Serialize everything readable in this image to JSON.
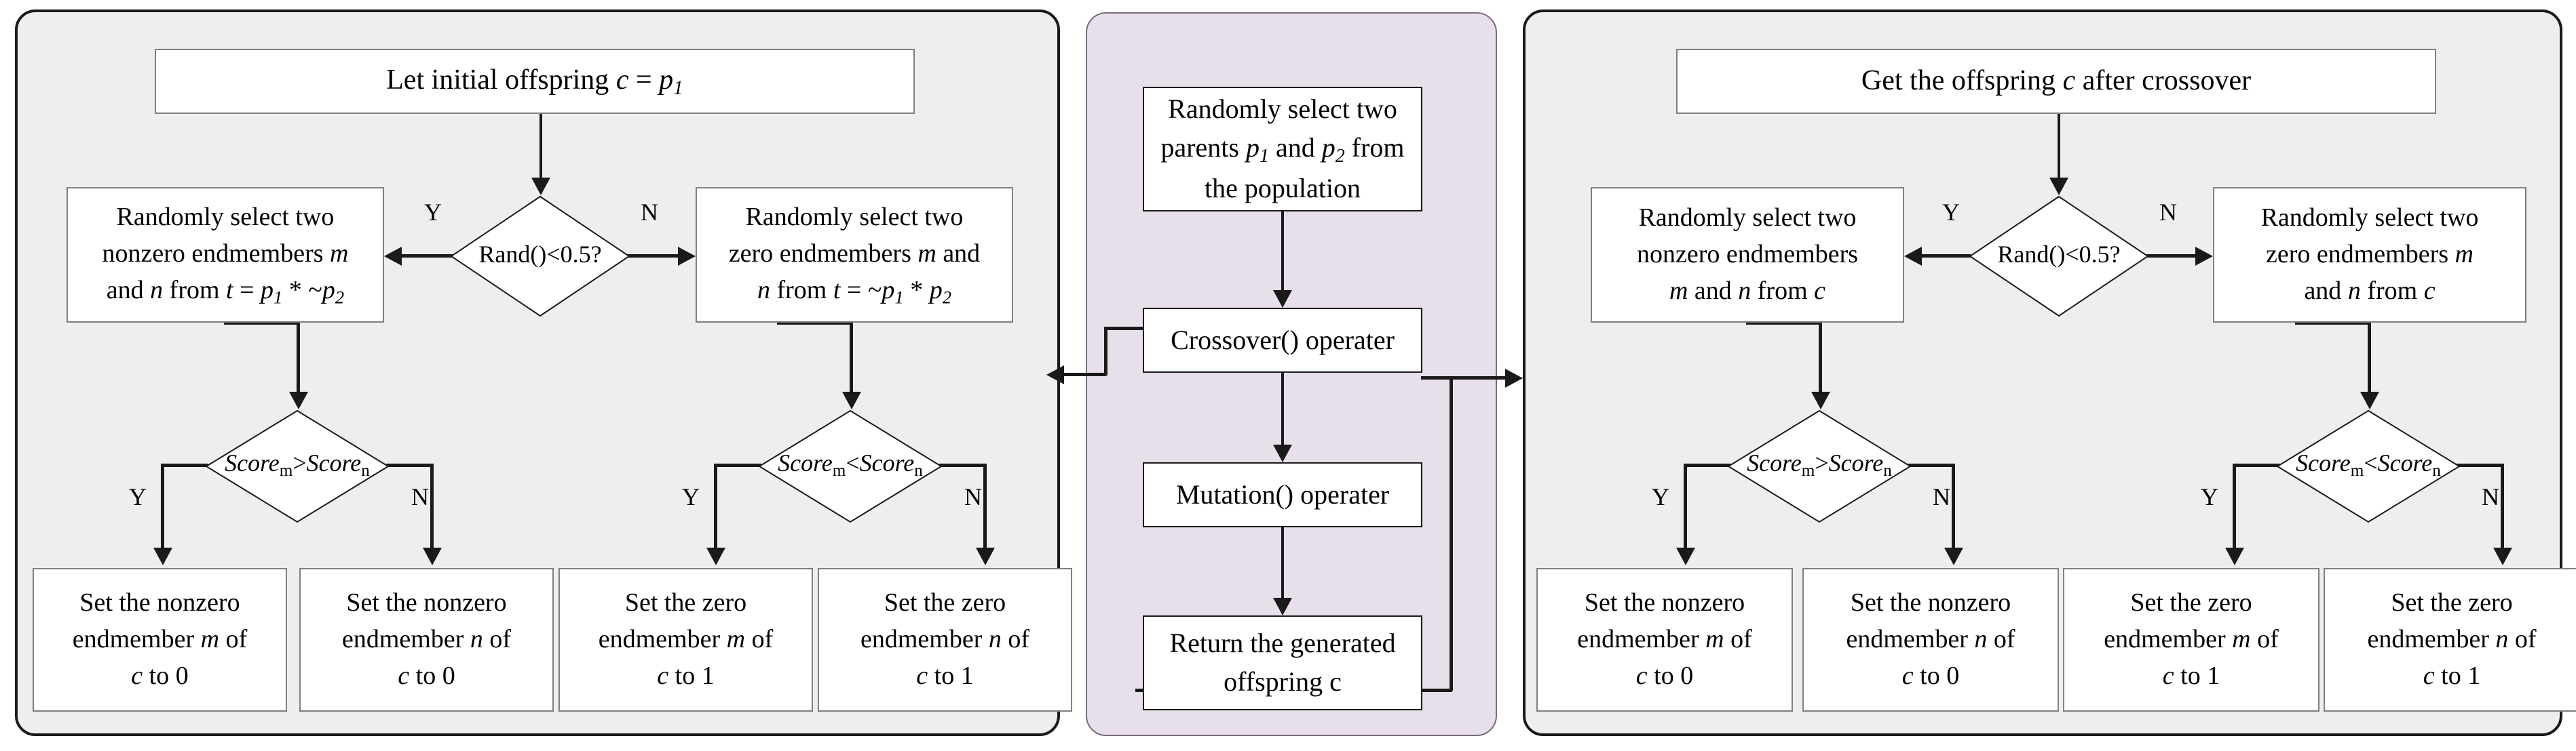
{
  "colors": {
    "panel_gray_bg": "#eeeeee",
    "panel_gray_border": "#1a1a1a",
    "panel_lavender_bg": "#e7dfea",
    "panel_lavender_border": "#7a6a80",
    "box_bg": "#ffffff",
    "box_border": "#808080",
    "connector": "#1a1a1a",
    "text": "#000000"
  },
  "left_panel": {
    "name": "crossover-operator-detail",
    "top_box": "Let initial offspring c = p<sub>1</sub>",
    "decision": "Rand()<0.5?",
    "branch_yes": "Y",
    "branch_no": "N",
    "yes_box": "Randomly select two nonzero endmembers m and n from t = p<sub>1</sub> * ~p<sub>2</sub>",
    "no_box": "Randomly select two zero endmembers m and n from t =  ~p<sub>1</sub> * p<sub>2</sub>",
    "score_decision_left": "Score<sub>m</sub>>Score<sub>n</sub>",
    "score_decision_right": "Score<sub>m</sub><Score<sub>n</sub>",
    "leaf_boxes": [
      "Set the nonzero endmember m of c to 0",
      "Set the nonzero endmember n of c to 0",
      "Set the zero endmember m of c to 1",
      "Set the zero endmember n of c to 1"
    ]
  },
  "center_panel": {
    "name": "main-ga-pipeline",
    "boxes": [
      "Randomly select two parents p<sub>1</sub> and p<sub>2</sub> from the population",
      "Crossover() operater",
      "Mutation() operater",
      "Return the generated offspring c"
    ]
  },
  "right_panel": {
    "name": "mutation-operator-detail",
    "top_box": "Get the offspring c after crossover",
    "decision": "Rand()<0.5?",
    "branch_yes": "Y",
    "branch_no": "N",
    "yes_box": "Randomly select two nonzero endmembers m and n from c",
    "no_box": "Randomly select two zero endmembers m and n from c",
    "score_decision_left": "Score<sub>m</sub>>Score<sub>n</sub>",
    "score_decision_right": "Score<sub>m</sub><Score<sub>n</sub>",
    "leaf_boxes": [
      "Set the nonzero endmember m of c to 0",
      "Set the nonzero endmember n of c to 0",
      "Set the zero endmember m of c to 1",
      "Set the zero endmember n of c to 1"
    ]
  },
  "rendered_text": {
    "left": {
      "top_box_plain": "Let initial offspring c = p1",
      "yes_box_l1": "Randomly select two",
      "yes_box_l2": "nonzero endmembers m",
      "yes_box_l3": "and n from t = p1 * ~p2",
      "no_box_l1": "Randomly select two",
      "no_box_l2": "zero endmembers m and",
      "no_box_l3": "n from t =  ~p1 * p2"
    },
    "right": {
      "top_box_plain": "Get the offspring c after crossover",
      "yes_box_l1": "Randomly select two",
      "yes_box_l2": "nonzero endmembers",
      "yes_box_l3": "m and n from c",
      "no_box_l1": "Randomly select two",
      "no_box_l2": "zero endmembers m",
      "no_box_l3": "and n from c"
    },
    "leaf": {
      "nonzero_m_0_l1": "Set the nonzero",
      "nonzero_m_0_l2": "endmember m of",
      "nonzero_m_0_l3": "c to 0",
      "nonzero_n_0_l1": "Set the nonzero",
      "nonzero_n_0_l2": "endmember n of",
      "nonzero_n_0_l3": "c to 0",
      "zero_m_1_l1": "Set the zero",
      "zero_m_1_l2": "endmember m of",
      "zero_m_1_l3": "c to 1",
      "zero_n_1_l1": "Set the zero",
      "zero_n_1_l2": "endmember n of",
      "zero_n_1_l3": "c to 1"
    },
    "center": {
      "parents_l1": "Randomly select two",
      "parents_l2": "parents p1 and p2 from",
      "parents_l3": "the population",
      "crossover": "Crossover() operater",
      "mutation": "Mutation() operater",
      "return_l1": "Return the generated",
      "return_l2": "offspring c"
    },
    "decision": "Rand()<0.5?",
    "score_gt": "Scorem>Scoren",
    "score_lt": "Scorem<Scoren",
    "yes": "Y",
    "no": "N"
  }
}
